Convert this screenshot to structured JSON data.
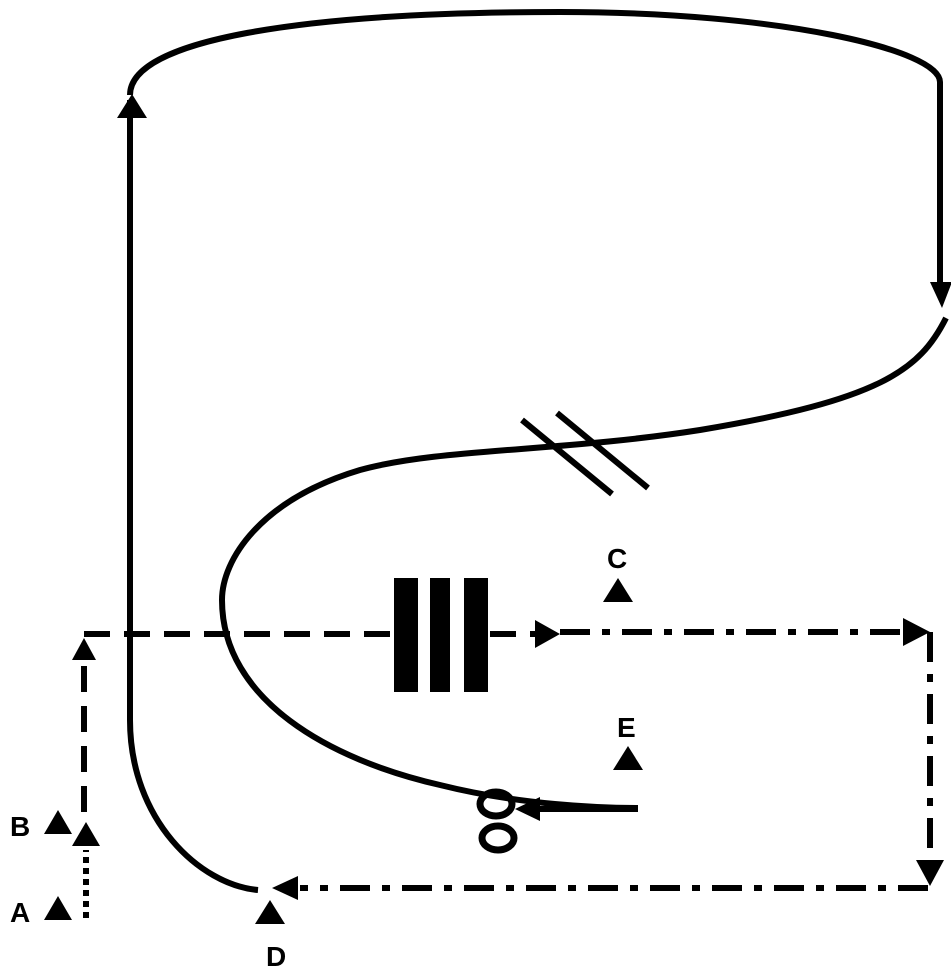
{
  "diagram": {
    "stroke_color": "#000000",
    "background_color": "#ffffff",
    "points": [
      {
        "id": "A",
        "label": "A"
      },
      {
        "id": "B",
        "label": "B"
      },
      {
        "id": "C",
        "label": "C"
      },
      {
        "id": "D",
        "label": "D"
      },
      {
        "id": "E",
        "label": "E"
      }
    ],
    "paths": [
      {
        "id": "solid-loop",
        "style": "solid"
      },
      {
        "id": "dotted-segment",
        "style": "dotted"
      },
      {
        "id": "dashed-path",
        "style": "dashed"
      },
      {
        "id": "dash-dot-path",
        "style": "dash-dot"
      }
    ],
    "symbols": [
      {
        "id": "double-slash",
        "meaning": "cut-mark"
      },
      {
        "id": "triple-bars",
        "meaning": "bar-marker"
      },
      {
        "id": "scissors",
        "meaning": "scissors-icon"
      }
    ]
  }
}
